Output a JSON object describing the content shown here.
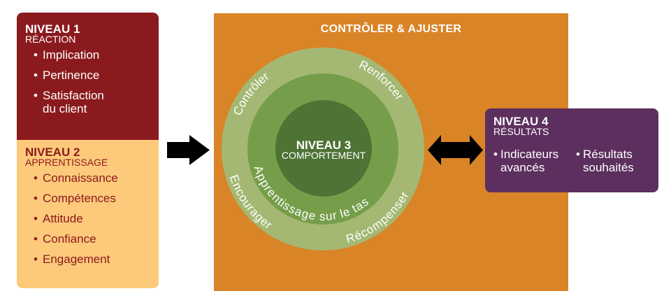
{
  "level1": {
    "title": "NIVEAU 1",
    "subtitle": "RÉACTION",
    "items": [
      "Implication",
      "Pertinence",
      "Satisfaction du client"
    ],
    "color": "#8b1a1e"
  },
  "level2": {
    "title": "NIVEAU 2",
    "subtitle": "APPRENTISSAGE",
    "items": [
      "Connaissance",
      "Compétences",
      "Attitude",
      "Confiance",
      "Engagement"
    ],
    "color": "#fdc97a"
  },
  "cycle": {
    "title": "CONTRÔLER & AJUSTER",
    "background": "#d98427",
    "outer_ring_labels": {
      "top_left": "Contrôler",
      "top_right": "Renforcer",
      "bottom_left": "Encourager",
      "bottom_right": "Récompenser"
    },
    "middle_ring_label": "Apprentissage sur le tas",
    "center": {
      "title": "NIVEAU 3",
      "subtitle": "COMPORTEMENT"
    },
    "colors": {
      "outer": "#a4b873",
      "middle": "#769e4a",
      "inner": "#4e7335"
    }
  },
  "level4": {
    "title": "NIVEAU 4",
    "subtitle": "RÉSULTATS",
    "items": [
      "Indicateurs avancés",
      "Résultats souhaités"
    ],
    "color": "#5c2f5e"
  },
  "arrows": {
    "left_to_cycle": "right-arrow",
    "cycle_to_results": "double-arrow"
  }
}
